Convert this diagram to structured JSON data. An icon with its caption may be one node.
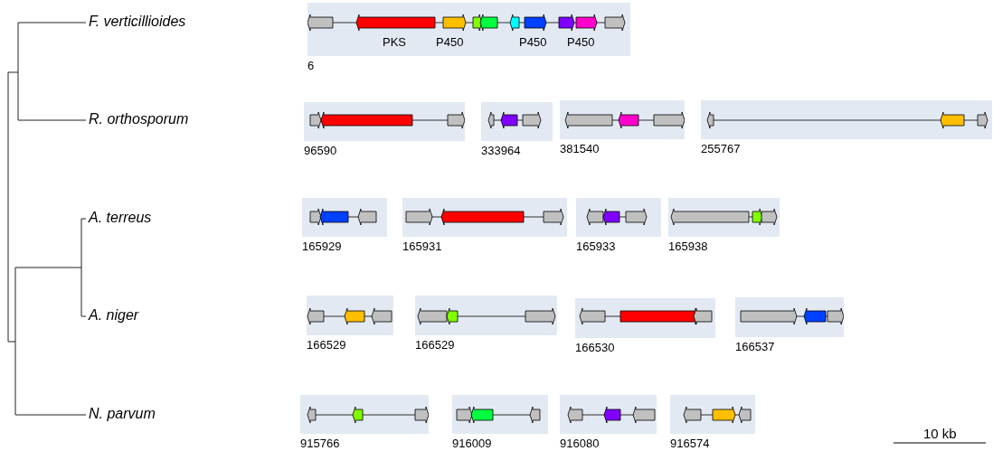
{
  "diagram": {
    "nodes": [
      {
        "text": [
          "F. verticillioides"
        ]
      },
      {
        "text": [],
        "shape": "box",
        "beside": [
          "6"
        ]
      },
      {
        "text": [
          "R. orthosporum"
        ]
      },
      {
        "text": [],
        "shape": "box",
        "beside": [
          "96590"
        ]
      },
      {
        "text": [],
        "shape": "box",
        "beside": [
          "333964"
        ]
      },
      {
        "text": [],
        "shape": "box",
        "beside": [
          "381540"
        ]
      },
      {
        "text": [],
        "shape": "box",
        "beside": [
          "255767"
        ]
      },
      {
        "text": [
          "A. terreus"
        ]
      },
      {
        "text": [],
        "shape": "box",
        "beside": [
          "165929"
        ]
      },
      {
        "text": [],
        "shape": "box",
        "beside": [
          "165931"
        ]
      },
      {
        "text": [],
        "shape": "box",
        "beside": [
          "165933"
        ]
      },
      {
        "text": [],
        "shape": "box",
        "beside": [
          "165938"
        ]
      },
      {
        "text": [
          "A. niger"
        ]
      },
      {
        "text": [],
        "shape": "box",
        "beside": [
          "166529"
        ]
      },
      {
        "text": [],
        "shape": "box",
        "beside": [
          "166529"
        ]
      },
      {
        "text": [],
        "shape": "box",
        "beside": [
          "166530"
        ]
      },
      {
        "text": [],
        "shape": "box",
        "beside": [
          "166537"
        ]
      },
      {
        "text": [
          "N. parvum"
        ]
      },
      {
        "text": [],
        "shape": "box",
        "beside": [
          "915766"
        ]
      },
      {
        "text": [],
        "shape": "box",
        "beside": [
          "916009"
        ]
      },
      {
        "text": [],
        "shape": "box",
        "beside": [
          "916080"
        ]
      },
      {
        "text": [],
        "shape": "box",
        "beside": [
          "916574"
        ]
      }
    ],
    "labels": [
      "PKS",
      "P450",
      "P450",
      "P450",
      "10 kb"
    ]
  }
}
